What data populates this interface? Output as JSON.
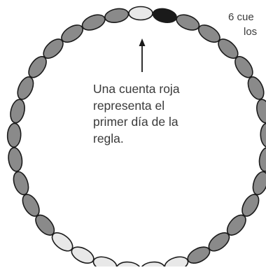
{
  "side_note": {
    "line1": "6 cue",
    "line2": "los"
  },
  "caption": {
    "lines": [
      "Una cuenta roja",
      "representa el",
      "primer día de la",
      "regla."
    ]
  },
  "colors": {
    "dark_bead": "#8a8a8a",
    "light_bead": "#e8e8e8",
    "red_bead": "#1a1a1a",
    "outline": "#1a1a1a"
  },
  "beads": {
    "dark_count": 26,
    "light_count": 6,
    "red_count": 1
  }
}
